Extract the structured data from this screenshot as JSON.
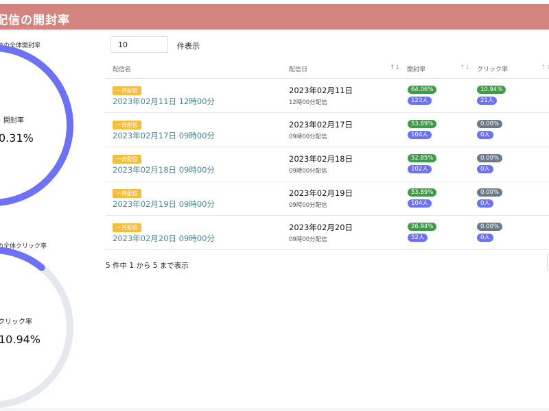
{
  "header": {
    "title": "配信の開封率"
  },
  "open_rate_card": {
    "label": "信の全体開封率",
    "center_label": "開封率",
    "center_value": "0.31%",
    "ring_fraction": 0.6,
    "ring_color": "#6d72f5",
    "track_color": "#e6e8ef"
  },
  "click_rate_card": {
    "label": "の全体クリック率",
    "center_label": "クリック率",
    "center_value": "10.94%",
    "ring_fraction": 0.1094,
    "ring_color": "#6d72f5",
    "track_color": "#e6e8ef"
  },
  "table_length": {
    "value": "10",
    "label": "件表示"
  },
  "table": {
    "columns": [
      {
        "label": "配信名"
      },
      {
        "label": "配信日",
        "sort_icon": "↑↓"
      },
      {
        "label": "開封率",
        "sort_icon": "↑↓"
      },
      {
        "label": "クリック率",
        "sort_icon": "↑↓"
      }
    ],
    "rows": [
      {
        "tag": "一斉配信",
        "name": "2023年02月11日 12時00分",
        "date": "2023年02月11日",
        "time": "12時00分配信",
        "open_rate": "64.06%",
        "open_count": "123人",
        "click_rate": "10.94%",
        "click_count": "21人",
        "click_active": true
      },
      {
        "tag": "一斉配信",
        "name": "2023年02月17日 09時00分",
        "date": "2023年02月17日",
        "time": "09時00分配信",
        "open_rate": "53.89%",
        "open_count": "104人",
        "click_rate": "0.00%",
        "click_count": "0人",
        "click_active": false
      },
      {
        "tag": "一斉配信",
        "name": "2023年02月18日 09時00分",
        "date": "2023年02月18日",
        "time": "09時00分配信",
        "open_rate": "52.85%",
        "open_count": "102人",
        "click_rate": "0.00%",
        "click_count": "0人",
        "click_active": false
      },
      {
        "tag": "一斉配信",
        "name": "2023年02月19日 09時00分",
        "date": "2023年02月19日",
        "time": "09時00分配信",
        "open_rate": "53.89%",
        "open_count": "104人",
        "click_rate": "0.00%",
        "click_count": "0人",
        "click_active": false
      },
      {
        "tag": "一斉配信",
        "name": "2023年02月20日 09時00分",
        "date": "2023年02月20日",
        "time": "09時00分配信",
        "open_rate": "26.94%",
        "open_count": "52人",
        "click_rate": "0.00%",
        "click_count": "0人",
        "click_active": false
      }
    ]
  },
  "footer": {
    "info": "5 件中 1 から 5 まで表示"
  },
  "colors": {
    "header_bg": "#d4847e",
    "tag_bg": "#f4bd3f",
    "rate_green": "#3f9b4a",
    "count_blue": "#6d72f5",
    "zero_gray": "#6c7a88",
    "link": "#4a8494"
  }
}
